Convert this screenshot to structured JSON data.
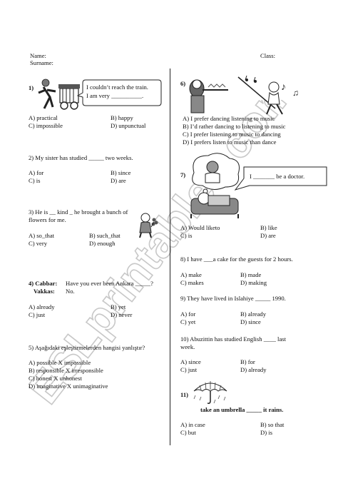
{
  "header": {
    "name": "Name:",
    "surname": "Surname:",
    "class": "Class:"
  },
  "watermark": "ESLprintables.com",
  "q1": {
    "num": "1)",
    "bubble1": "I couldn’t reach the train.",
    "bubble2": "I am very __________.",
    "a": "A) practical",
    "b": "B) happy",
    "c": "C) impossible",
    "d": "D) unpunctual"
  },
  "q2": {
    "text": "2) My sister has studied _____ two weeks.",
    "a": "A) for",
    "b": "B) since",
    "c": "C) is",
    "d": "D) are"
  },
  "q3": {
    "line1": "3) He is __ kind _ he brought a bunch of",
    "line2": "flowers for me.",
    "a": "A) so_that",
    "b": "B) such_that",
    "c": "C) very",
    "d": "D) enough"
  },
  "q4": {
    "num": "4) Cabbar:",
    "q": "Have you ever been Ankara _____?",
    "speaker2": "Vakkas:",
    "ans": "No.",
    "a": "A) already",
    "b": "B) yet",
    "c": "C) just",
    "d": "D) never"
  },
  "q5": {
    "text": "5) Aşağıdaki eşleştirmelerden hangisi yanlıştır?",
    "a": "A) possible  X impossible",
    "b": "B) responsible X irresponsible",
    "c": "C) honest X unhonest",
    "d": "D) imaginative X unimaginative"
  },
  "q6": {
    "num": "6)",
    "a": "A)  I prefer dancing listening to music",
    "b": "B)  I’d rather dancing to listening to music",
    "c": "C)  I prefer listening to music to dancing",
    "d": "D)  I prefers listen to music than dance"
  },
  "q7": {
    "num": "7)",
    "bubble": "I _______ be a doctor.",
    "a": "A) Would liketo",
    "b": "B) like",
    "c": "C) is",
    "d": "D) are"
  },
  "q8": {
    "text": "8) I have ___a cake for  the guests for 2 hours.",
    "a": "A) make",
    "b": "B) made",
    "c": "C) makes",
    "d": "D) making"
  },
  "q9": {
    "text": "9) They have lived in Islahiye _____ 1990.",
    "a": "A) for",
    "b": "B) already",
    "c": "C) yet",
    "d": "D) since"
  },
  "q10": {
    "line1": "10) Abuzittin has studied English ____ last",
    "line2": "week.",
    "a": "A) since",
    "b": "B) for",
    "c": "C) just",
    "d": "D) already"
  },
  "q11": {
    "num": "11)",
    "caption": "take an umbrella _____ it rains.",
    "a": "A) in case",
    "b": "B) so that",
    "c": "C) but",
    "d": "D) is"
  }
}
